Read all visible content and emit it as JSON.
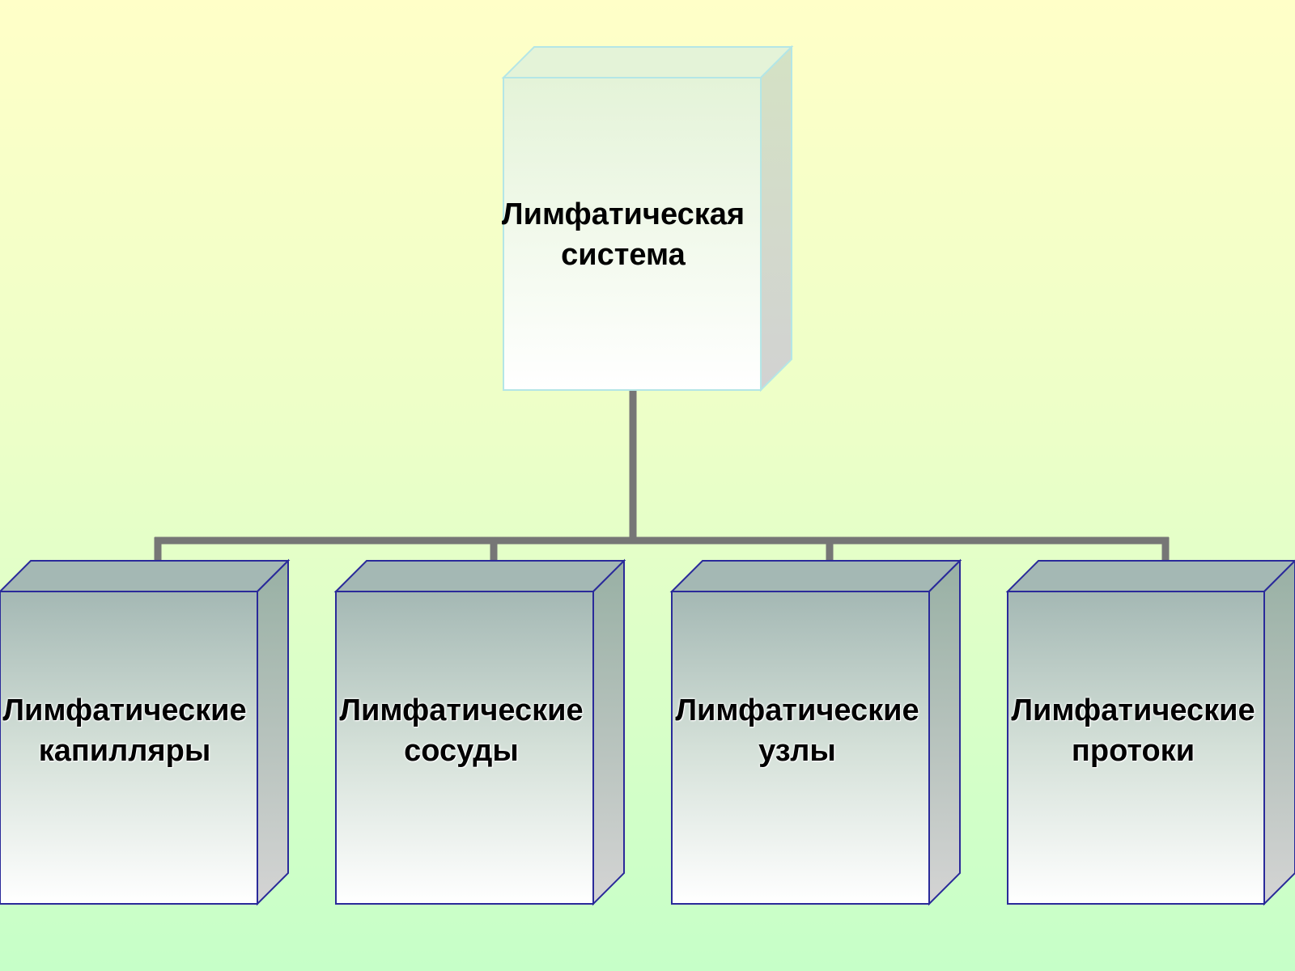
{
  "root": {
    "label": "Лимфатическая\nсистема"
  },
  "children": [
    {
      "label": "Лимфатические\nкапилляры"
    },
    {
      "label": "Лимфатические\nсосуды"
    },
    {
      "label": "Лимфатические\nузлы"
    },
    {
      "label": "Лимфатические\nпротоки"
    }
  ],
  "colors": {
    "background_top": "#ffffc8",
    "background_bottom": "#c6ffc8",
    "root_box_top": "#e4f3d8",
    "root_box_bottom": "#ffffff",
    "root_box_border": "#b4e6e6",
    "child_box_top": "#a4b8b4",
    "child_box_bottom": "#ffffff",
    "child_box_border": "#2a2a9a",
    "connector": "#767676"
  }
}
